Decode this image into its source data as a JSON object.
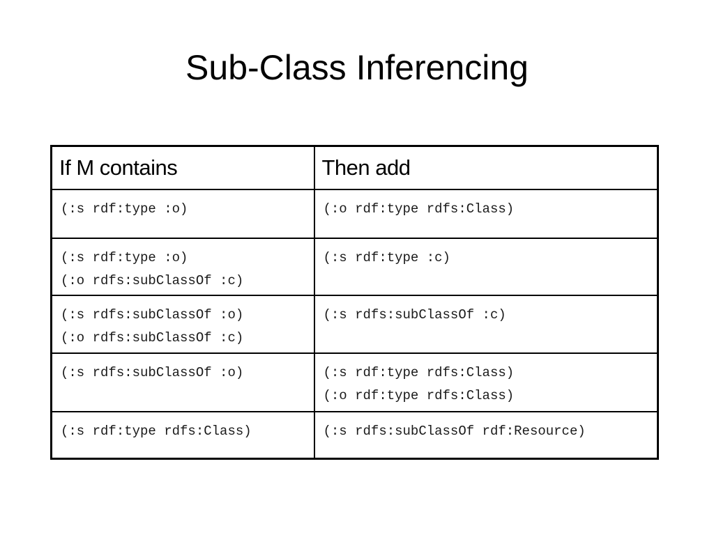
{
  "slide": {
    "title": "Sub-Class Inferencing"
  },
  "table": {
    "headers": [
      "If M contains",
      "Then add"
    ],
    "rows": [
      {
        "if": [
          "(:s rdf:type :o)"
        ],
        "then": [
          "(:o rdf:type rdfs:Class)"
        ]
      },
      {
        "if": [
          "(:s rdf:type :o)",
          "(:o rdfs:subClassOf :c)"
        ],
        "then": [
          "(:s rdf:type :c)"
        ]
      },
      {
        "if": [
          "(:s rdfs:subClassOf :o)",
          "(:o rdfs:subClassOf :c)"
        ],
        "then": [
          "(:s rdfs:subClassOf :c)"
        ]
      },
      {
        "if": [
          "(:s rdfs:subClassOf :o)"
        ],
        "then": [
          "(:s rdf:type rdfs:Class)",
          "(:o rdf:type rdfs:Class)"
        ]
      },
      {
        "if": [
          "(:s rdf:type rdfs:Class)"
        ],
        "then": [
          "(:s rdfs:subClassOf rdf:Resource)"
        ]
      }
    ]
  }
}
